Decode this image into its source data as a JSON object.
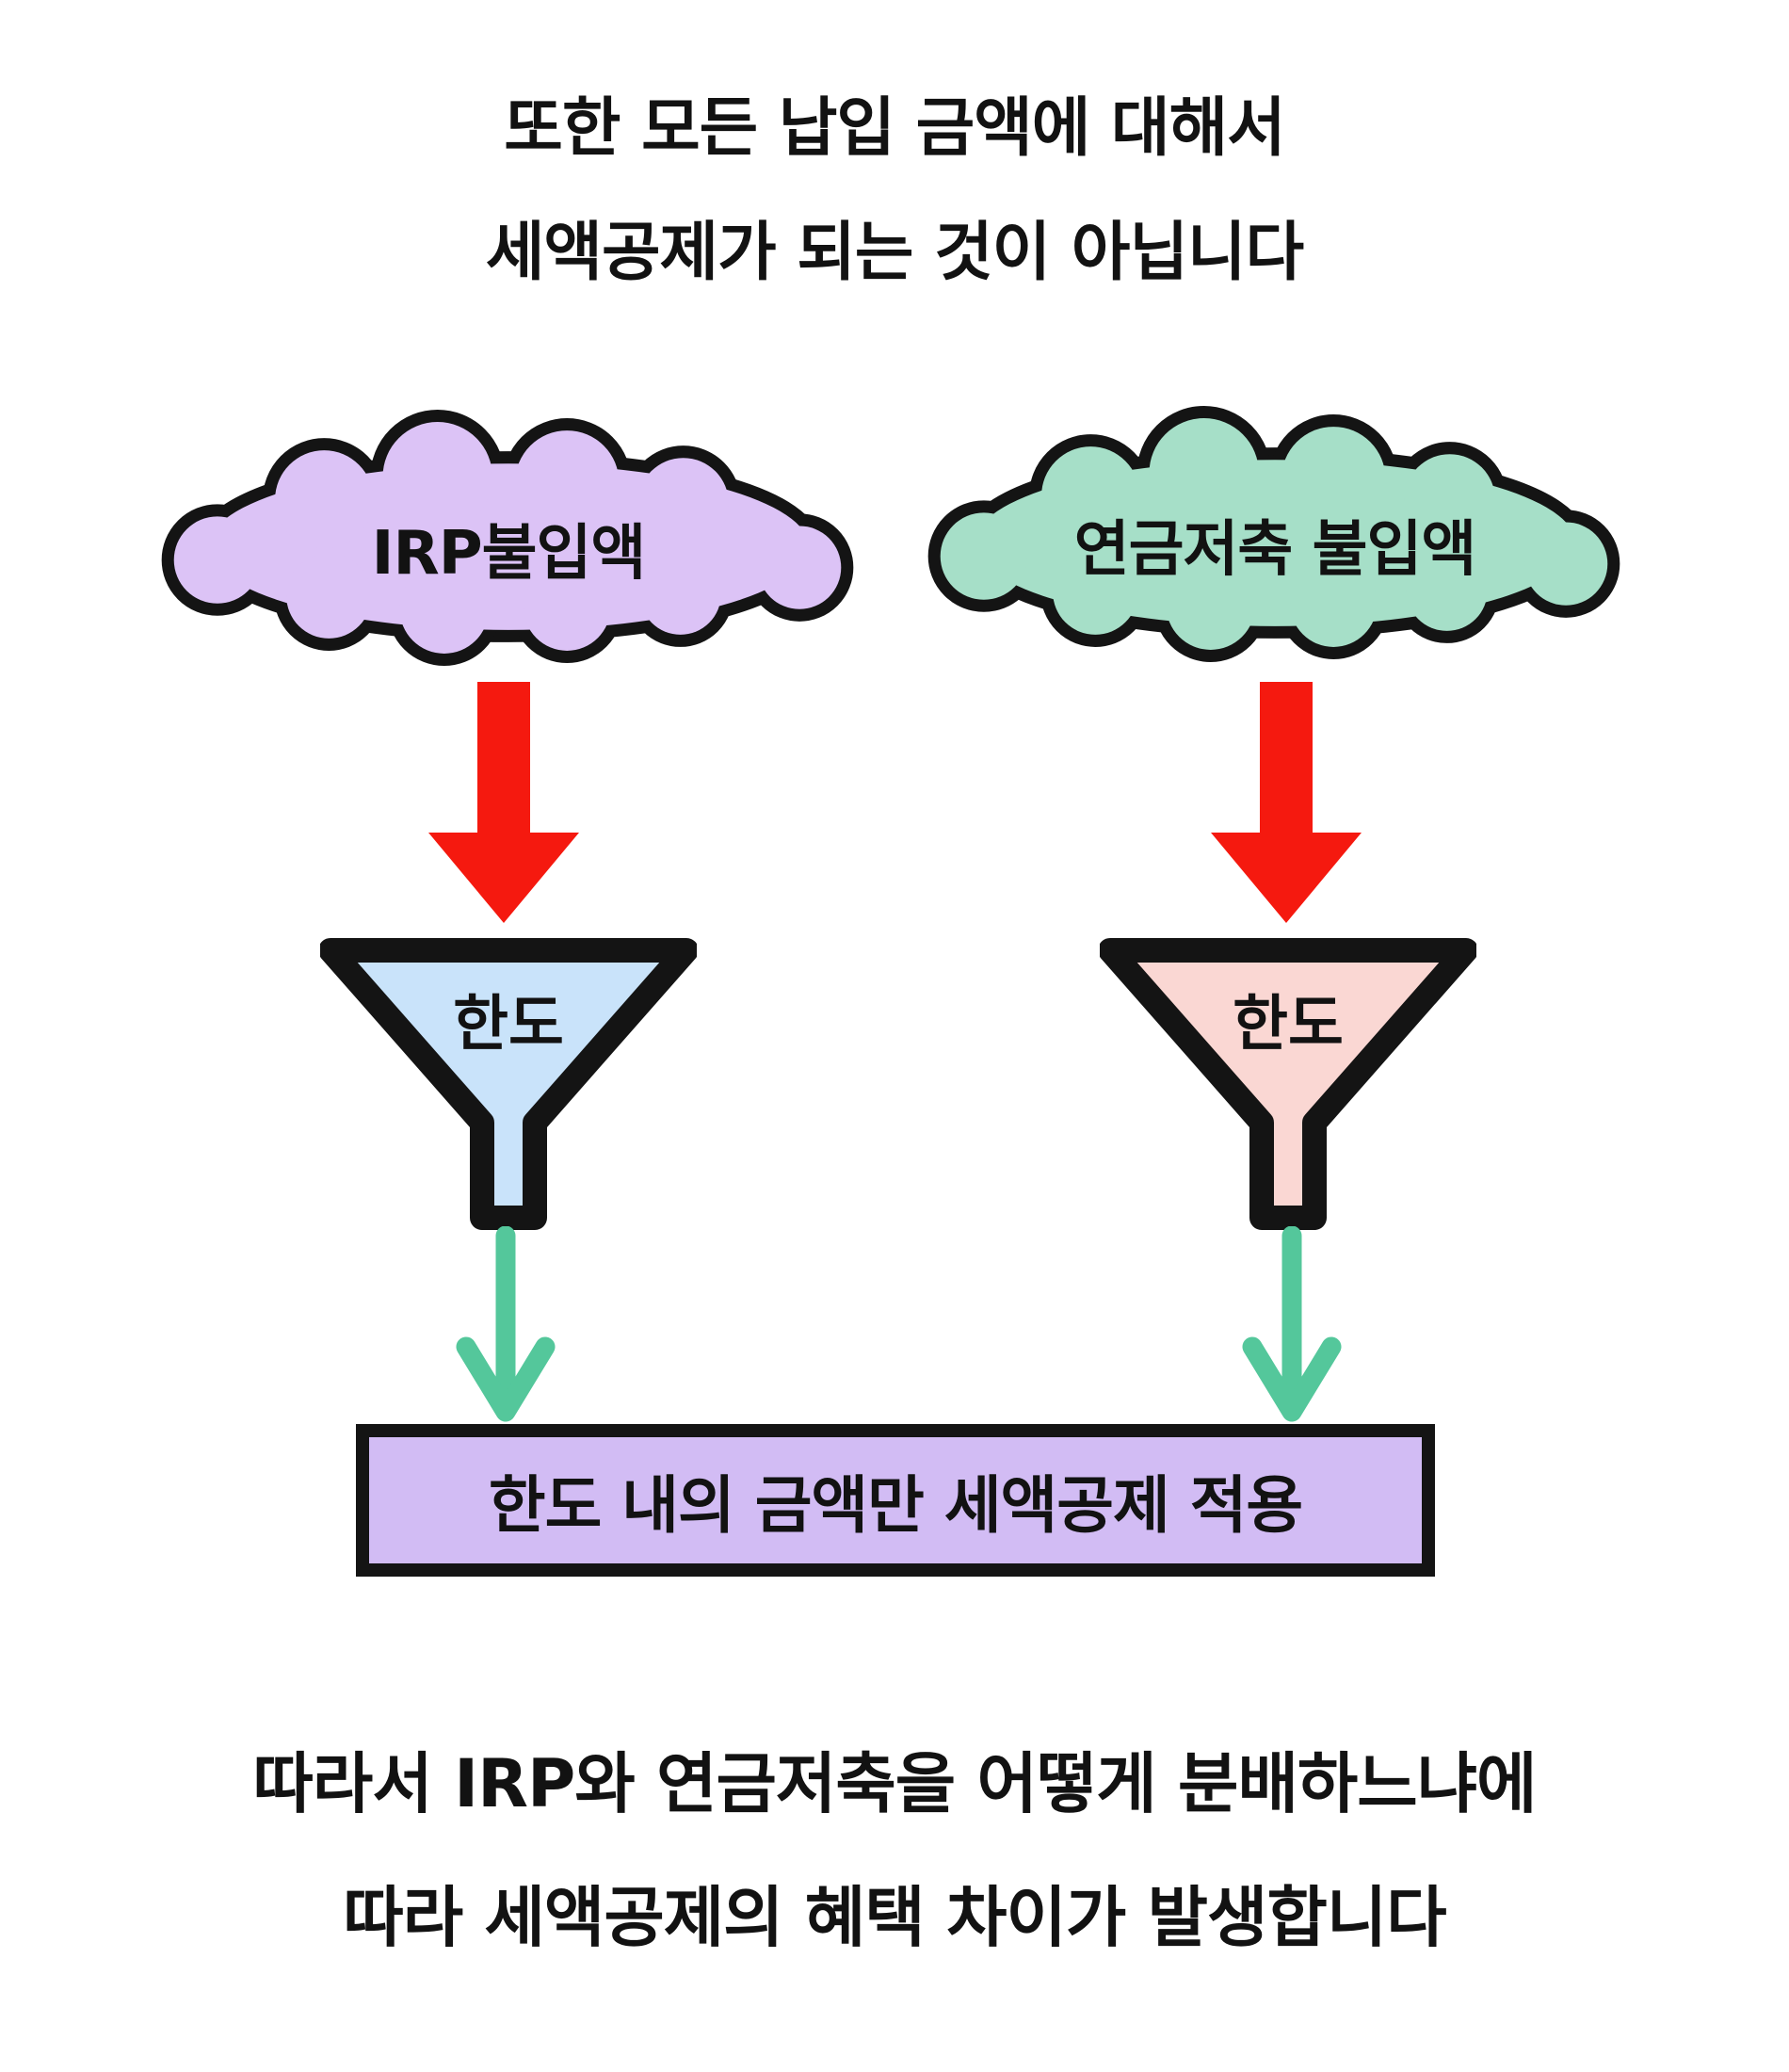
{
  "title": {
    "line1": "또한 모든 납입 금액에 대해서",
    "line2": "세액공제가 되는 것이 아닙니다"
  },
  "clouds": {
    "left": {
      "label": "IRP불입액",
      "fill": "#dcc3f6"
    },
    "right": {
      "label": "연금저축 불입액",
      "fill": "#a6dfc8"
    }
  },
  "arrows": {
    "red_fill": "#f5190f",
    "green_stroke": "#54c79b"
  },
  "funnels": {
    "left": {
      "label": "한도",
      "fill": "#c9e3fa"
    },
    "right": {
      "label": "한도",
      "fill": "#fad7d3"
    }
  },
  "result_box": {
    "label": "한도 내의 금액만 세액공제 적용",
    "fill": "#d2bcf4"
  },
  "footer": {
    "line1": "따라서 IRP와 연금저축을 어떻게 분배하느냐에",
    "line2": "따라 세액공제의 혜택 차이가 발생합니다"
  },
  "outline_color": "#141414"
}
